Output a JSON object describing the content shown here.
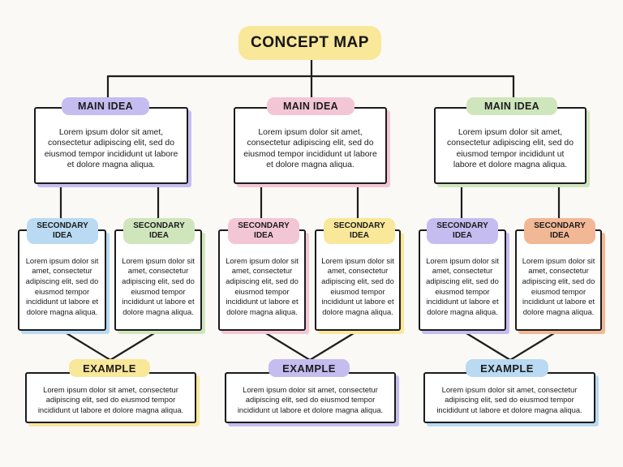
{
  "title": "CONCEPT MAP",
  "colors": {
    "title": "#f9e79a",
    "purple": "#c5bdf0",
    "pink": "#f3c6d6",
    "green": "#cfe6bd",
    "blue": "#b9daf2",
    "yellow": "#f9e79a",
    "orange": "#f2b896"
  },
  "branches": [
    {
      "main": {
        "label": "MAIN IDEA",
        "text": "Lorem ipsum dolor sit amet, consectetur adipiscing elit, sed do eiusmod tempor incididunt ut labore et dolore magna aliqua."
      },
      "secondary": [
        {
          "label": "SECONDARY IDEA",
          "text": "Lorem ipsum dolor sit amet, consectetur adipiscing elit, sed do eiusmod tempor incididunt ut labore et dolore magna aliqua."
        },
        {
          "label": "SECONDARY IDEA",
          "text": "Lorem ipsum dolor sit amet, consectetur adipiscing elit, sed do eiusmod tempor incididunt ut labore et dolore magna aliqua."
        }
      ],
      "example": {
        "label": "EXAMPLE",
        "text": "Lorem ipsum dolor sit amet, consectetur adipiscing elit, sed do eiusmod tempor incididunt ut labore et dolore magna aliqua."
      }
    },
    {
      "main": {
        "label": "MAIN IDEA",
        "text": "Lorem ipsum dolor sit amet, consectetur adipiscing elit, sed do eiusmod tempor incididunt ut labore et dolore magna aliqua."
      },
      "secondary": [
        {
          "label": "SECONDARY IDEA",
          "text": "Lorem ipsum dolor sit amet, consectetur adipiscing elit, sed do eiusmod tempor incididunt ut labore et dolore magna aliqua."
        },
        {
          "label": "SECONDARY IDEA",
          "text": "Lorem ipsum dolor sit amet, consectetur adipiscing elit, sed do eiusmod tempor incididunt ut labore et dolore magna aliqua."
        }
      ],
      "example": {
        "label": "EXAMPLE",
        "text": "Lorem ipsum dolor sit amet, consectetur adipiscing elit, sed do eiusmod tempor incididunt ut labore et dolore magna aliqua."
      }
    },
    {
      "main": {
        "label": "MAIN IDEA",
        "text": "Lorem ipsum dolor sit amet, consectetur adipiscing elit, sed do eiusmod tempor incididunt ut labore et dolore magna aliqua."
      },
      "secondary": [
        {
          "label": "SECONDARY IDEA",
          "text": "Lorem ipsum dolor sit amet, consectetur adipiscing elit, sed do eiusmod tempor incididunt ut labore et dolore magna aliqua."
        },
        {
          "label": "SECONDARY IDEA",
          "text": "Lorem ipsum dolor sit amet, consectetur adipiscing elit, sed do eiusmod tempor incididunt ut labore et dolore magna aliqua."
        }
      ],
      "example": {
        "label": "EXAMPLE",
        "text": "Lorem ipsum dolor sit amet, consectetur adipiscing elit, sed do eiusmod tempor incididunt ut labore et dolore magna aliqua."
      }
    }
  ]
}
